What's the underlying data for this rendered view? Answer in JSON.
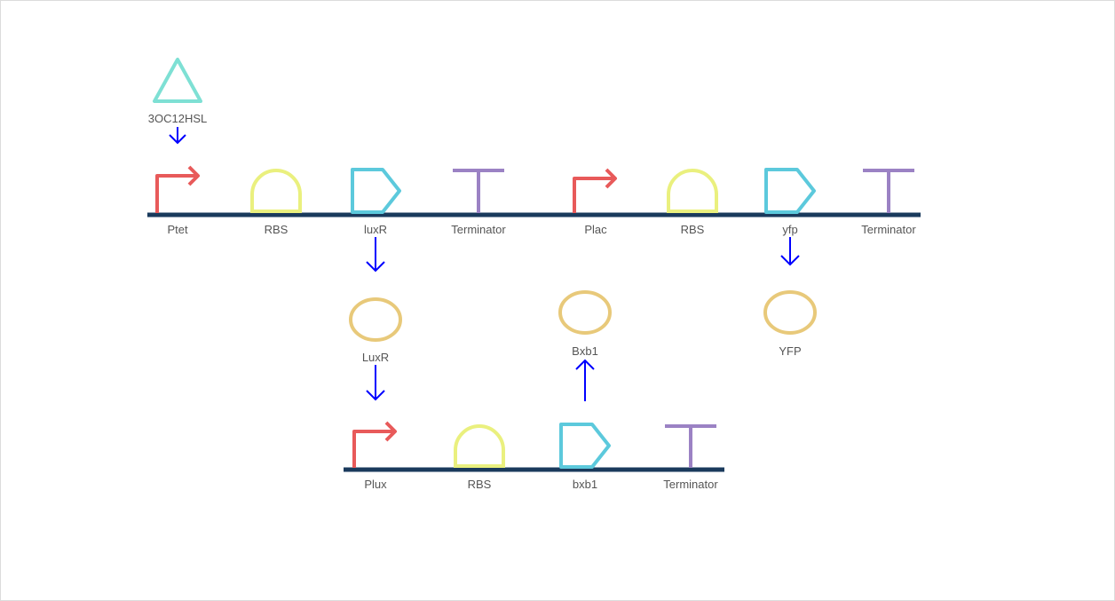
{
  "colors": {
    "backbone": "#1a3a5c",
    "promoter": "#e85a5a",
    "rbs": "#eaf07e",
    "cds": "#5cc9dc",
    "terminator": "#9b82c4",
    "protein": "#e8c97a",
    "small_molecule": "#7ee0d4",
    "arrow": "#0000ff"
  },
  "small_molecule": {
    "label": "3OC12HSL",
    "icon": "triangle-icon"
  },
  "circuit_1": {
    "parts": [
      {
        "type": "promoter",
        "label": "Ptet",
        "icon": "promoter-icon"
      },
      {
        "type": "rbs",
        "label": "RBS",
        "icon": "rbs-icon"
      },
      {
        "type": "cds",
        "label": "luxR",
        "icon": "cds-icon"
      },
      {
        "type": "terminator",
        "label": "Terminator",
        "icon": "terminator-icon"
      },
      {
        "type": "promoter",
        "label": "Plac",
        "icon": "promoter-icon"
      },
      {
        "type": "rbs",
        "label": "RBS",
        "icon": "rbs-icon"
      },
      {
        "type": "cds",
        "label": "yfp",
        "icon": "cds-icon"
      },
      {
        "type": "terminator",
        "label": "Terminator",
        "icon": "terminator-icon"
      }
    ]
  },
  "proteins": [
    {
      "label": "LuxR",
      "icon": "protein-icon"
    },
    {
      "label": "Bxb1",
      "icon": "protein-icon"
    },
    {
      "label": "YFP",
      "icon": "protein-icon"
    }
  ],
  "circuit_2": {
    "parts": [
      {
        "type": "promoter",
        "label": "Plux",
        "icon": "promoter-icon"
      },
      {
        "type": "rbs",
        "label": "RBS",
        "icon": "rbs-icon"
      },
      {
        "type": "cds",
        "label": "bxb1",
        "icon": "cds-icon"
      },
      {
        "type": "terminator",
        "label": "Terminator",
        "icon": "terminator-icon"
      }
    ]
  }
}
